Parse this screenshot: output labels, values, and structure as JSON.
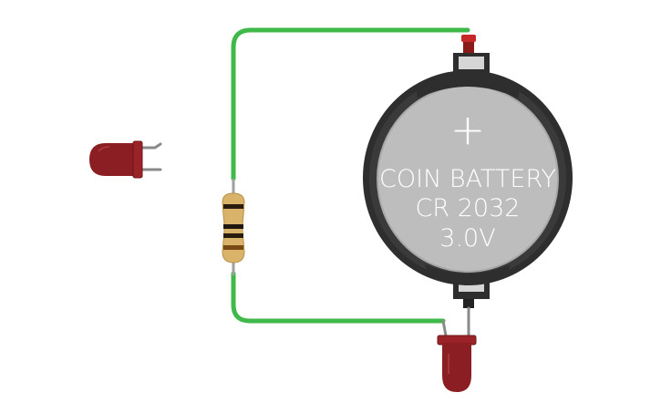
{
  "battery": {
    "line1": "COIN BATTERY",
    "line2": "CR 2032",
    "line3": "3.0V",
    "plus_symbol": "+"
  },
  "components": {
    "battery_icon": "coin-battery",
    "resistor_icon": "resistor",
    "led_icon": "led"
  },
  "colors": {
    "wire": "#3fb94a",
    "led": "#8b1e22",
    "battery_body": "#bdbdbd",
    "battery_holder": "#2e2e2e",
    "resistor_body": "#d9b36a",
    "terminal_positive": "#c62828"
  }
}
